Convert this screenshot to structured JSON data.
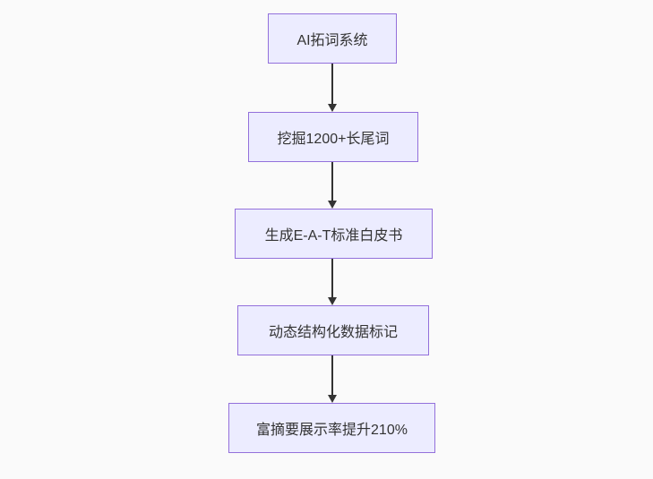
{
  "diagram": {
    "type": "flowchart",
    "direction": "top-down",
    "nodes": [
      {
        "id": "A",
        "label": "AI拓词系统"
      },
      {
        "id": "B",
        "label": "挖掘1200+长尾词"
      },
      {
        "id": "C",
        "label": "生成E-A-T标准白皮书"
      },
      {
        "id": "D",
        "label": "动态结构化数据标记"
      },
      {
        "id": "E",
        "label": "富摘要展示率提升210%"
      }
    ],
    "edges": [
      {
        "from": "A",
        "to": "B"
      },
      {
        "from": "B",
        "to": "C"
      },
      {
        "from": "C",
        "to": "D"
      },
      {
        "from": "D",
        "to": "E"
      }
    ],
    "colors": {
      "background": "#fafafa",
      "node_fill": "#ECECFF",
      "node_border": "#9370DB",
      "edge": "#333333",
      "text": "#333333"
    }
  }
}
